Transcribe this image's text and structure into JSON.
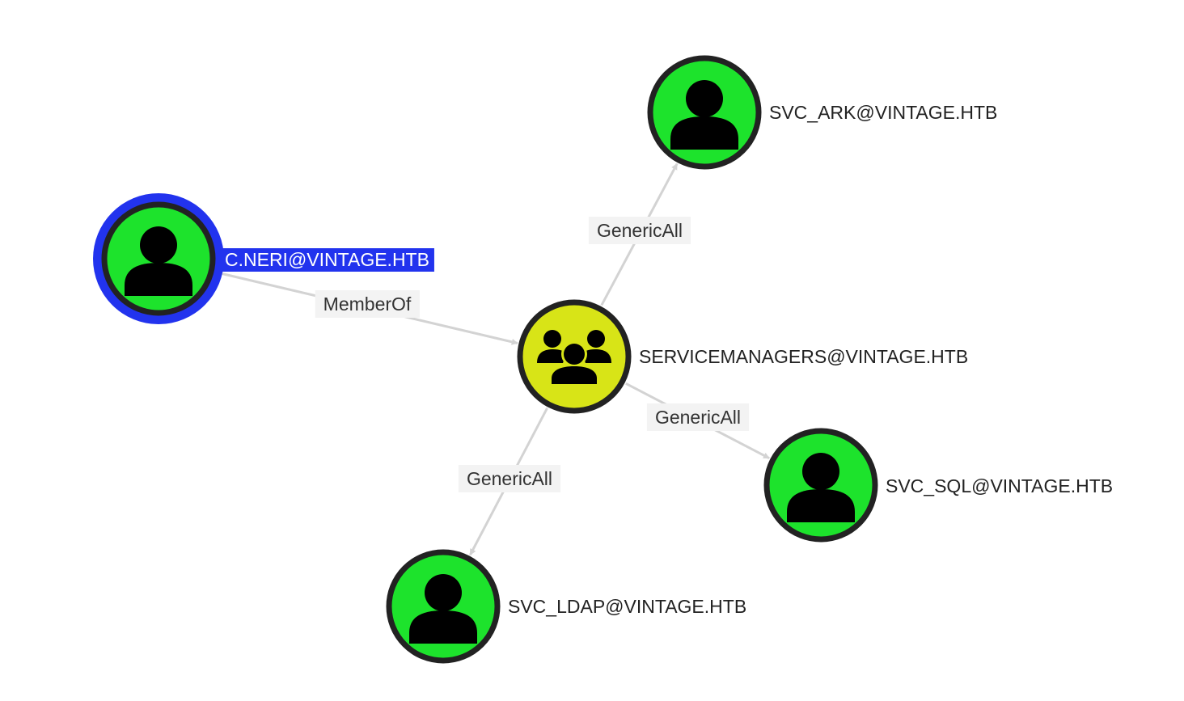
{
  "graph": {
    "colors": {
      "user_node": "#1de32c",
      "group_node": "#d8e417",
      "node_border": "#222222",
      "selected_ring": "#2233ee",
      "selected_label_bg": "#2233ee",
      "selected_label_text": "#ffffff",
      "edge": "#d3d3d3",
      "edge_label_bg": "#f3f3f3",
      "icon": "#000000"
    },
    "nodes": [
      {
        "id": "c_neri",
        "label": "C.NERI@VINTAGE.HTB",
        "kind": "user",
        "icon": "user-icon",
        "selected": true
      },
      {
        "id": "servicemanagers",
        "label": "SERVICEMANAGERS@VINTAGE.HTB",
        "kind": "group",
        "icon": "group-icon",
        "selected": false
      },
      {
        "id": "svc_ark",
        "label": "SVC_ARK@VINTAGE.HTB",
        "kind": "user",
        "icon": "user-icon",
        "selected": false
      },
      {
        "id": "svc_sql",
        "label": "SVC_SQL@VINTAGE.HTB",
        "kind": "user",
        "icon": "user-icon",
        "selected": false
      },
      {
        "id": "svc_ldap",
        "label": "SVC_LDAP@VINTAGE.HTB",
        "kind": "user",
        "icon": "user-icon",
        "selected": false
      }
    ],
    "edges": [
      {
        "from": "c_neri",
        "to": "servicemanagers",
        "label": "MemberOf"
      },
      {
        "from": "servicemanagers",
        "to": "svc_ark",
        "label": "GenericAll"
      },
      {
        "from": "servicemanagers",
        "to": "svc_sql",
        "label": "GenericAll"
      },
      {
        "from": "servicemanagers",
        "to": "svc_ldap",
        "label": "GenericAll"
      }
    ]
  }
}
